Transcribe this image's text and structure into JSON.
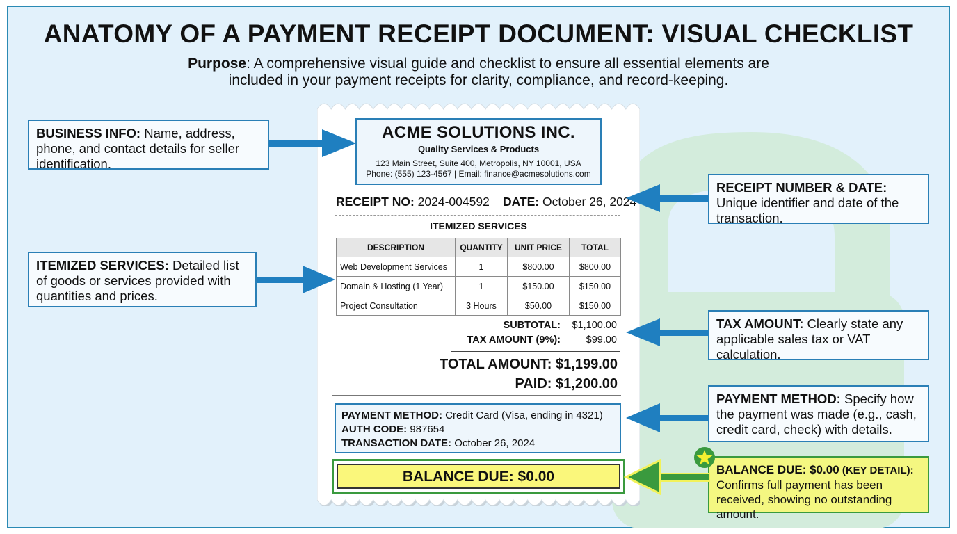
{
  "title": "ANATOMY OF A PAYMENT RECEIPT DOCUMENT: VISUAL CHECKLIST",
  "purpose": {
    "label": "Purpose",
    "text": ": A comprehensive visual guide and checklist to ensure all essential elements are included in your payment receipts for clarity, compliance, and record-keeping."
  },
  "callouts": {
    "business": {
      "heading": "BUSINESS INFO:",
      "text": " Name, address, phone, and contact details for seller identification."
    },
    "receipt_number": {
      "heading": "RECEIPT NUMBER & DATE:",
      "text": " Unique identifier and date of the transaction."
    },
    "itemized": {
      "heading": "ITEMIZED SERVICES:",
      "text": " Detailed list of goods or services provided with quantities and prices."
    },
    "tax": {
      "heading": "TAX AMOUNT:",
      "text": " Clearly state any applicable sales tax or VAT calculation."
    },
    "payment": {
      "heading": "PAYMENT METHOD:",
      "text": " Specify how the payment was made (e.g., cash, credit card, check) with details."
    },
    "balance": {
      "heading": "BALANCE DUE: $0.00",
      "key": " (KEY DETAIL):",
      "text": " Confirms full payment has been received, showing no outstanding amount."
    }
  },
  "receipt": {
    "business_name": "ACME SOLUTIONS INC.",
    "tagline": "Quality Services & Products",
    "address": "123 Main Street, Suite 400, Metropolis, NY 10001, USA",
    "contact": "Phone: (555) 123-4567 | Email: finance@acmesolutions.com",
    "receipt_no_label": "RECEIPT NO:",
    "receipt_no": " 2024-004592",
    "date_label": "DATE:",
    "date": " October 26, 2024",
    "items_title": "ITEMIZED SERVICES",
    "columns": [
      "DESCRIPTION",
      "QUANTITY",
      "UNIT PRICE",
      "TOTAL"
    ],
    "items": [
      {
        "description": "Web Development Services",
        "quantity": "1",
        "unit_price": "$800.00",
        "total": "$800.00"
      },
      {
        "description": "Domain & Hosting (1 Year)",
        "quantity": "1",
        "unit_price": "$150.00",
        "total": "$150.00"
      },
      {
        "description": "Project Consultation",
        "quantity": "3 Hours",
        "unit_price": "$50.00",
        "total": "$150.00"
      }
    ],
    "subtotal_label": "SUBTOTAL:",
    "subtotal": "$1,100.00",
    "tax_label": "TAX AMOUNT (9%):",
    "tax": "$99.00",
    "total_line": "TOTAL AMOUNT: $1,199.00",
    "paid_line": "PAID: $1,200.00",
    "payment_method_label": "PAYMENT METHOD:",
    "payment_method": " Credit Card (Visa, ending in 4321)",
    "auth_label": "AUTH CODE:",
    "auth": " 987654",
    "transaction_date_label": "TRANSACTION DATE:",
    "transaction_date": " October 26, 2024",
    "balance_due": "BALANCE DUE: $0.00"
  },
  "icons": {
    "badge": "star-icon",
    "background": "padlock-icon"
  },
  "colors": {
    "background": "#e2f1fb",
    "border": "#2a7fb6",
    "arrow_blue": "#1f7fc0",
    "arrow_green": "#3a9a3e",
    "highlight_yellow": "#faf77b",
    "lock_green": "#d3ecdc"
  }
}
